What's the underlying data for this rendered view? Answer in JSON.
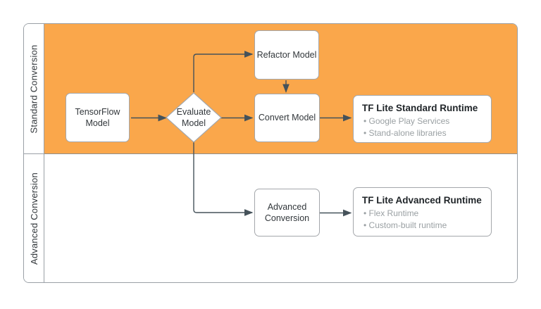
{
  "diagram": {
    "lanes": [
      {
        "id": "standard",
        "label": "Standard Conversion"
      },
      {
        "id": "advanced",
        "label": "Advanced Conversion"
      }
    ],
    "nodes": {
      "tensorflow_model": {
        "label": "TensorFlow Model",
        "shape": "process"
      },
      "evaluate_model": {
        "label": "Evaluate Model",
        "shape": "decision"
      },
      "refactor_model": {
        "label": "Refactor Model",
        "shape": "process"
      },
      "convert_model": {
        "label": "Convert Model",
        "shape": "process"
      },
      "advanced_conversion": {
        "label": "Advanced Conversion",
        "shape": "process"
      },
      "tflite_standard": {
        "title": "TF Lite Standard Runtime",
        "bullets": [
          "Google Play Services",
          "Stand-alone libraries"
        ]
      },
      "tflite_advanced": {
        "title": "TF Lite Advanced Runtime",
        "bullets": [
          "Flex Runtime",
          "Custom-built runtime"
        ]
      }
    },
    "connectors": [
      {
        "from": "tensorflow_model",
        "to": "evaluate_model"
      },
      {
        "from": "evaluate_model",
        "to": "refactor_model"
      },
      {
        "from": "refactor_model",
        "to": "convert_model"
      },
      {
        "from": "evaluate_model",
        "to": "convert_model"
      },
      {
        "from": "convert_model",
        "to": "tflite_standard"
      },
      {
        "from": "evaluate_model",
        "to": "advanced_conversion"
      },
      {
        "from": "advanced_conversion",
        "to": "tflite_advanced"
      }
    ],
    "colors": {
      "lane_standard_fill": "#FAA74B",
      "lane_advanced_fill": "#FFFFFF",
      "box_fill": "#FFFFFF",
      "box_border": "#A4A7AB",
      "connector": "#45525A",
      "node_text": "#32373B",
      "title_text": "#1F2428",
      "bullet_text": "#9AA0A3"
    }
  }
}
